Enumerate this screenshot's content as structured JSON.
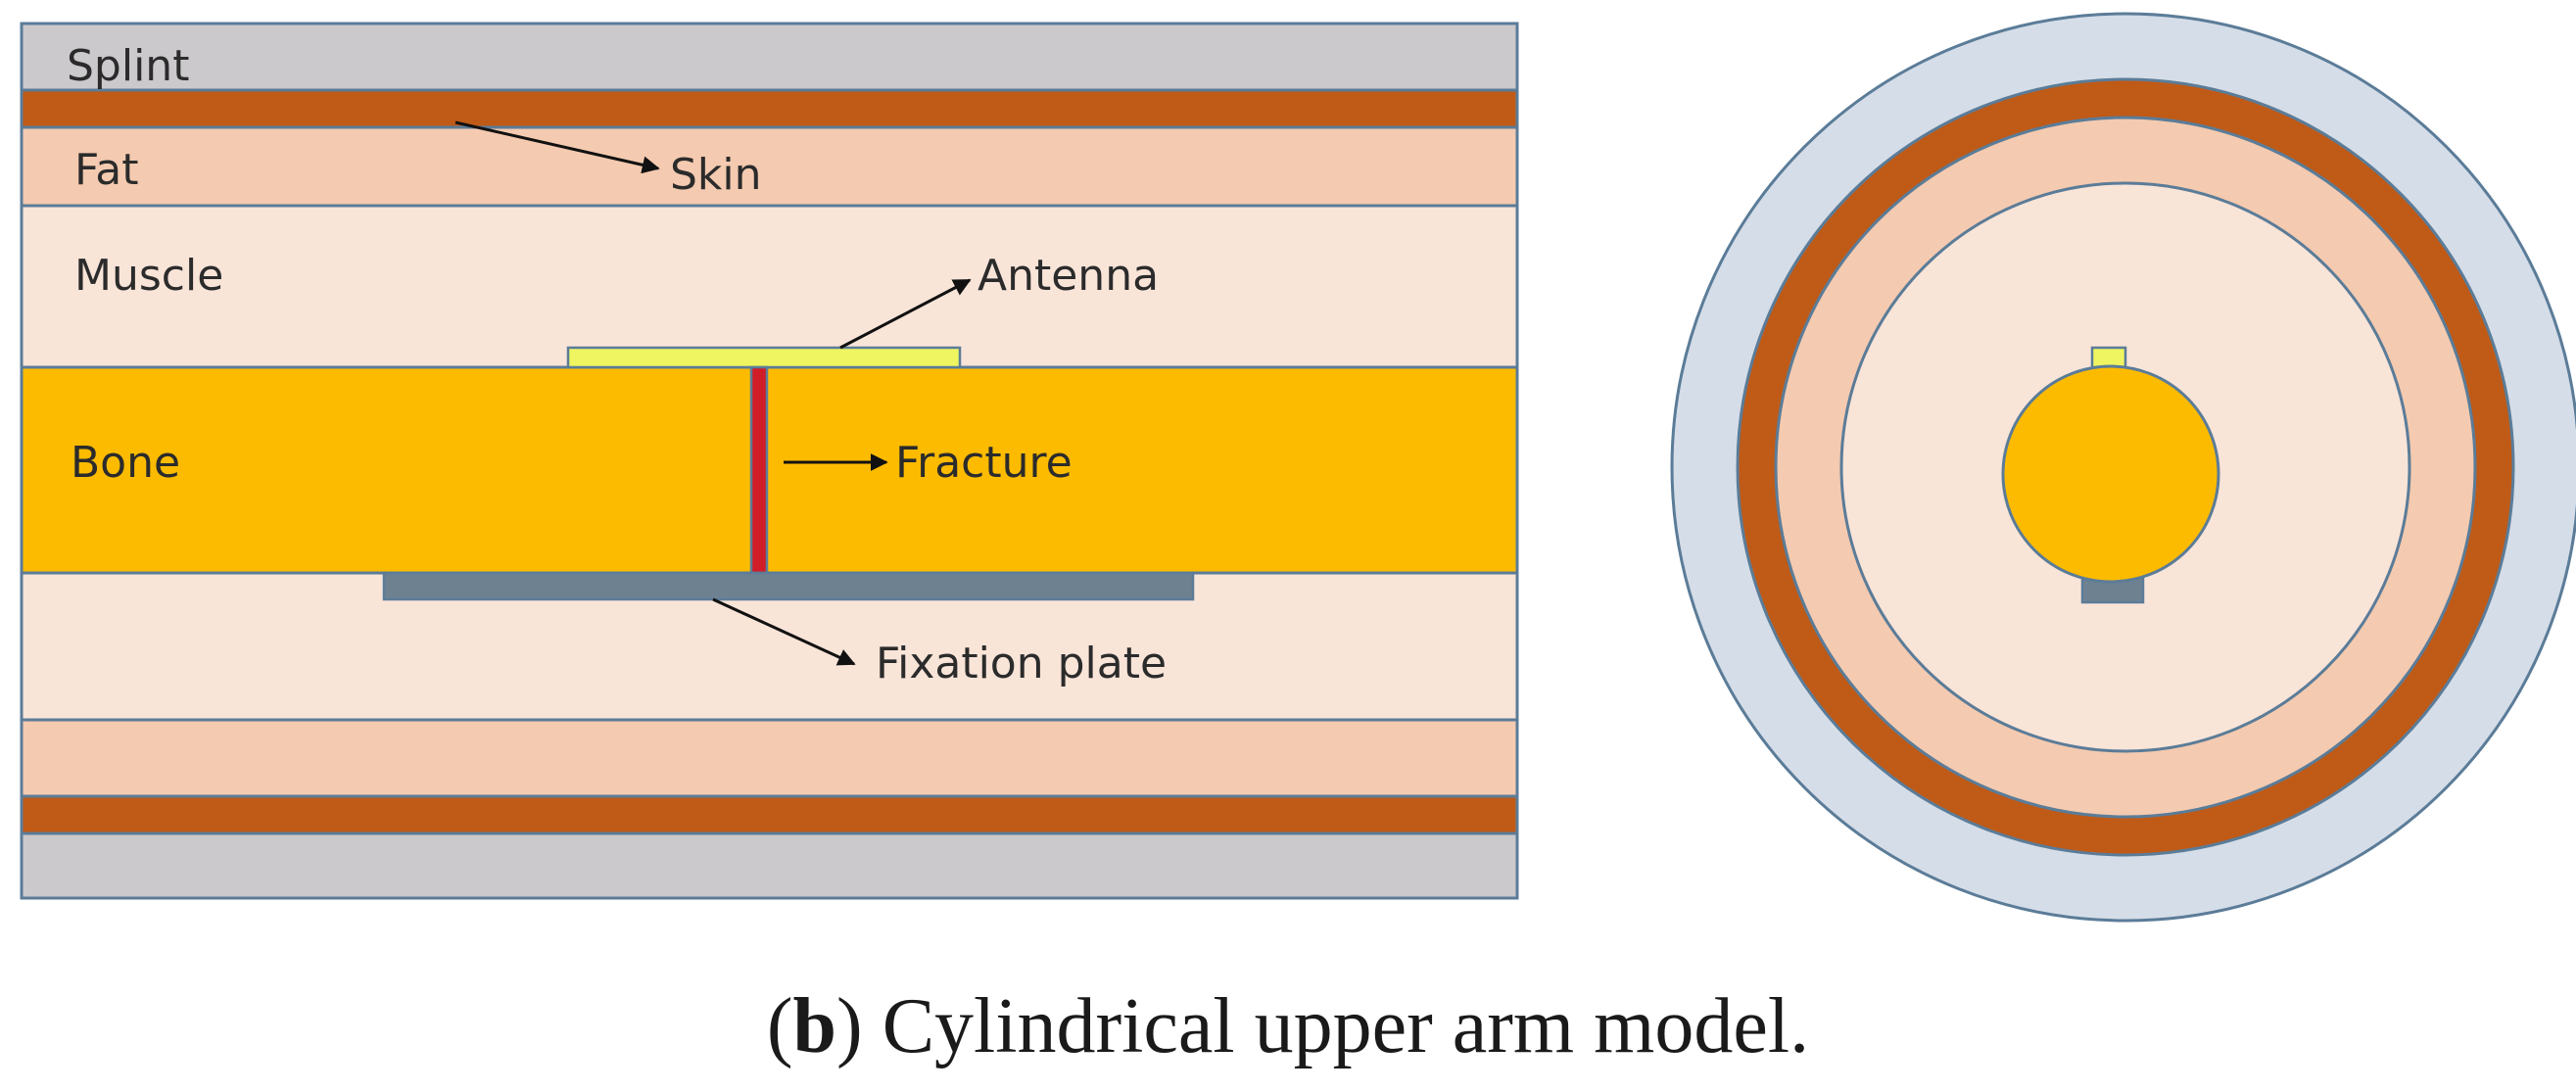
{
  "labels": {
    "splint": "Splint",
    "fat": "Fat",
    "skin": "Skin",
    "muscle": "Muscle",
    "antenna": "Antenna",
    "bone": "Bone",
    "fracture": "Fracture",
    "fixation_plate": "Fixation plate"
  },
  "caption": {
    "letter": "b",
    "text": "Cylindrical upper arm model."
  },
  "colors": {
    "splint": "#ccc9cc",
    "skin": "#c05a17",
    "fat": "#f4cab0",
    "muscle": "#f9e4d8",
    "bone": "#fdbb00",
    "antenna": "#eef560",
    "fracture": "#d01d28",
    "plate": "#6e8191",
    "outline": "#5b7c98",
    "splint_ring": "#d5dde8"
  }
}
